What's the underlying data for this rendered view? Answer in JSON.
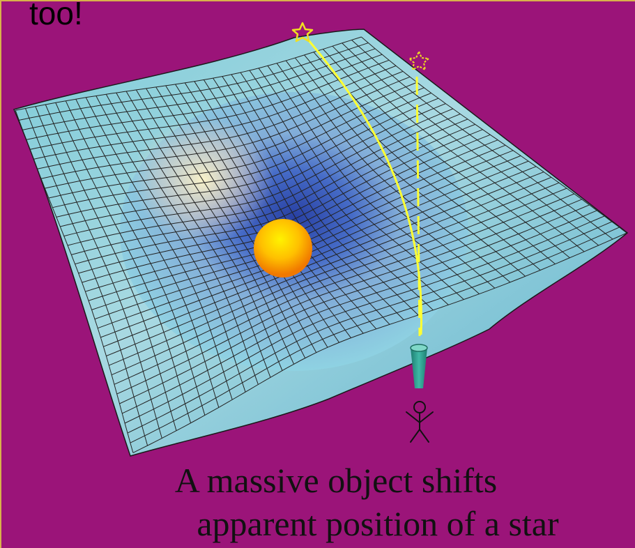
{
  "slide": {
    "top_text": "too!",
    "caption_line1": "A massive object shifts",
    "caption_line2": "apparent position of a star"
  },
  "colors": {
    "background": "#9b1479",
    "light_path": "#ffff33",
    "star_outline": "#f0e020",
    "telescope": "#2a9a8a",
    "mass": "#ffa010"
  }
}
